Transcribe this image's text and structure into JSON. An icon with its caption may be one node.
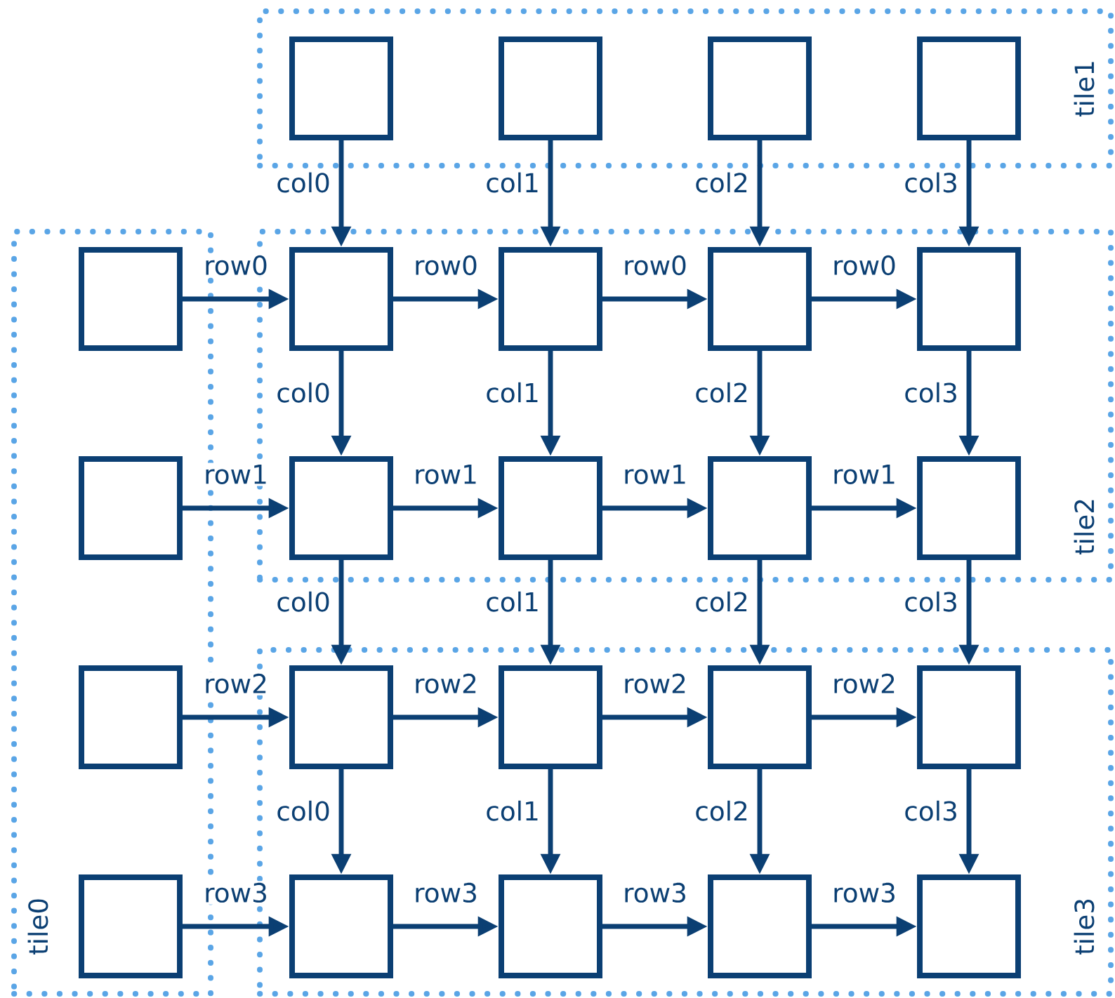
{
  "diagram": {
    "nodes": [
      {
        "text": [
          "tile1"
        ]
      },
      {
        "text": [],
        "shape": "box",
        "in": 0
      },
      {
        "text": [],
        "shape": "box",
        "in": 0
      },
      {
        "text": [],
        "shape": "box",
        "in": 0
      },
      {
        "text": [],
        "shape": "box",
        "in": 0
      },
      {
        "text": [
          "tile0"
        ]
      },
      {
        "text": [],
        "shape": "box",
        "in": 5
      },
      {
        "text": [],
        "shape": "box",
        "in": 5
      },
      {
        "text": [],
        "shape": "box",
        "in": 5
      },
      {
        "text": [],
        "shape": "box",
        "in": 5
      },
      {
        "text": [
          "tile2"
        ]
      },
      {
        "text": [],
        "shape": "box",
        "in": 10
      },
      {
        "text": [],
        "shape": "box",
        "in": 10
      },
      {
        "text": [],
        "shape": "box",
        "in": 10
      },
      {
        "text": [],
        "shape": "box",
        "in": 10
      },
      {
        "text": [],
        "shape": "box",
        "in": 10
      },
      {
        "text": [],
        "shape": "box",
        "in": 10
      },
      {
        "text": [],
        "shape": "box",
        "in": 10
      },
      {
        "text": [],
        "shape": "box",
        "in": 10
      },
      {
        "text": [
          "tile3"
        ]
      },
      {
        "text": [],
        "shape": "box",
        "in": 19
      },
      {
        "text": [],
        "shape": "box",
        "in": 19
      },
      {
        "text": [],
        "shape": "box",
        "in": 19
      },
      {
        "text": [],
        "shape": "box",
        "in": 19
      },
      {
        "text": [],
        "shape": "box",
        "in": 19
      },
      {
        "text": [],
        "shape": "box",
        "in": 19
      },
      {
        "text": [],
        "shape": "box",
        "in": 19
      },
      {
        "text": [],
        "shape": "box",
        "in": 19
      }
    ],
    "edges": [
      {
        "from": 1,
        "to": 11,
        "arrow": "to",
        "label": "col0"
      },
      {
        "from": 2,
        "to": 12,
        "arrow": "to",
        "label": "col1"
      },
      {
        "from": 3,
        "to": 13,
        "arrow": "to",
        "label": "col2"
      },
      {
        "from": 4,
        "to": 14,
        "arrow": "to",
        "label": "col3"
      },
      {
        "from": 6,
        "to": 11,
        "arrow": "to",
        "label": "row0"
      },
      {
        "from": 11,
        "to": 12,
        "arrow": "to",
        "label": "row0"
      },
      {
        "from": 12,
        "to": 13,
        "arrow": "to",
        "label": "row0"
      },
      {
        "from": 13,
        "to": 14,
        "arrow": "to",
        "label": "row0"
      },
      {
        "from": 11,
        "to": 15,
        "arrow": "to",
        "label": "col0"
      },
      {
        "from": 12,
        "to": 16,
        "arrow": "to",
        "label": "col1"
      },
      {
        "from": 13,
        "to": 17,
        "arrow": "to",
        "label": "col2"
      },
      {
        "from": 14,
        "to": 18,
        "arrow": "to",
        "label": "col3"
      },
      {
        "from": 7,
        "to": 15,
        "arrow": "to",
        "label": "row1"
      },
      {
        "from": 15,
        "to": 16,
        "arrow": "to",
        "label": "row1"
      },
      {
        "from": 16,
        "to": 17,
        "arrow": "to",
        "label": "row1"
      },
      {
        "from": 17,
        "to": 18,
        "arrow": "to",
        "label": "row1"
      },
      {
        "from": 15,
        "to": 20,
        "arrow": "to",
        "label": "col0"
      },
      {
        "from": 16,
        "to": 21,
        "arrow": "to",
        "label": "col1"
      },
      {
        "from": 17,
        "to": 22,
        "arrow": "to",
        "label": "col2"
      },
      {
        "from": 18,
        "to": 23,
        "arrow": "to",
        "label": "col3"
      },
      {
        "from": 8,
        "to": 20,
        "arrow": "to",
        "label": "row2"
      },
      {
        "from": 20,
        "to": 21,
        "arrow": "to",
        "label": "row2"
      },
      {
        "from": 21,
        "to": 22,
        "arrow": "to",
        "label": "row2"
      },
      {
        "from": 22,
        "to": 23,
        "arrow": "to",
        "label": "row2"
      },
      {
        "from": 20,
        "to": 24,
        "arrow": "to",
        "label": "col0"
      },
      {
        "from": 21,
        "to": 25,
        "arrow": "to",
        "label": "col1"
      },
      {
        "from": 22,
        "to": 26,
        "arrow": "to",
        "label": "col2"
      },
      {
        "from": 23,
        "to": 27,
        "arrow": "to",
        "label": "col3"
      },
      {
        "from": 9,
        "to": 24,
        "arrow": "to",
        "label": "row3"
      },
      {
        "from": 24,
        "to": 25,
        "arrow": "to",
        "label": "row3"
      },
      {
        "from": 25,
        "to": 26,
        "arrow": "to",
        "label": "row3"
      },
      {
        "from": 26,
        "to": 27,
        "arrow": "to",
        "label": "row3"
      }
    ]
  }
}
